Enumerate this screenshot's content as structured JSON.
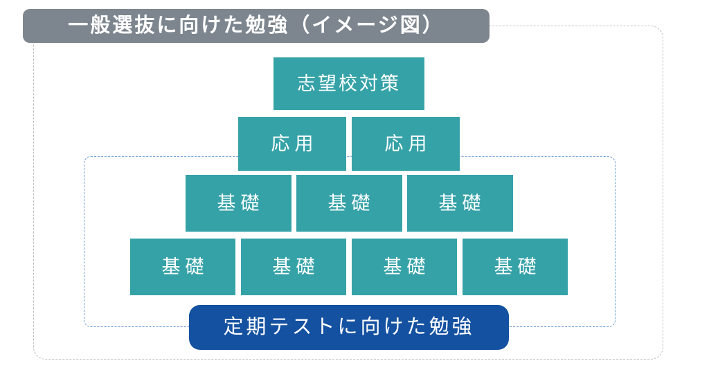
{
  "header": {
    "title": "一般選抜に向けた勉強（イメージ図）"
  },
  "pyramid": {
    "rows": [
      {
        "boxes": [
          "志望校対策"
        ]
      },
      {
        "boxes": [
          "応用",
          "応用"
        ]
      },
      {
        "boxes": [
          "基礎",
          "基礎",
          "基礎"
        ]
      },
      {
        "boxes": [
          "基礎",
          "基礎",
          "基礎",
          "基礎"
        ]
      }
    ]
  },
  "footer": {
    "label": "定期テストに向けた勉強"
  },
  "colors": {
    "teal": "#35a2a8",
    "blue": "#1451a0",
    "gray": "#7d868f",
    "dashed": "#6f9ed6"
  }
}
